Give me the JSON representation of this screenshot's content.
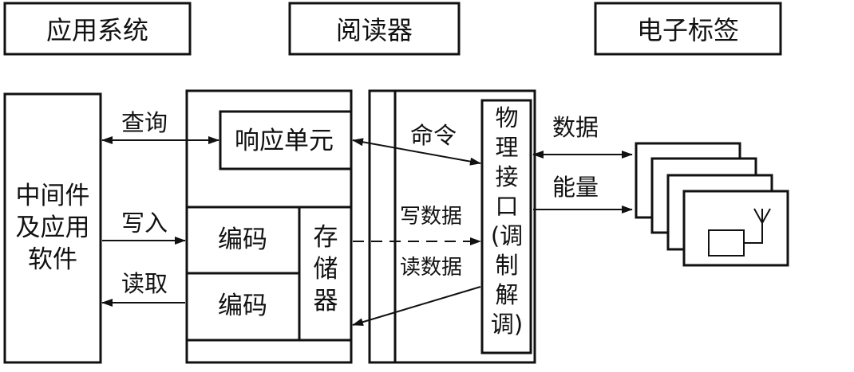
{
  "headers": {
    "application": "应用系统",
    "reader": "阅读器",
    "tag": "电子标签"
  },
  "middleware": [
    "中间件",
    "及应用",
    "软件"
  ],
  "flows": {
    "query": "查询",
    "write_in": "写入",
    "read": "读取",
    "command": "命令",
    "write_data": "写数据",
    "read_data": "读数据",
    "data": "数据",
    "energy": "能量"
  },
  "units": {
    "response": "响应单元",
    "encoder1": "编码",
    "encoder2": "编码",
    "storage": [
      "存",
      "储",
      "器"
    ],
    "phys_interface": [
      "物",
      "理",
      "接",
      "口",
      "(调",
      "制",
      "解",
      "调)"
    ]
  },
  "colors": {
    "ink": "#111111",
    "background": "#ffffff"
  }
}
